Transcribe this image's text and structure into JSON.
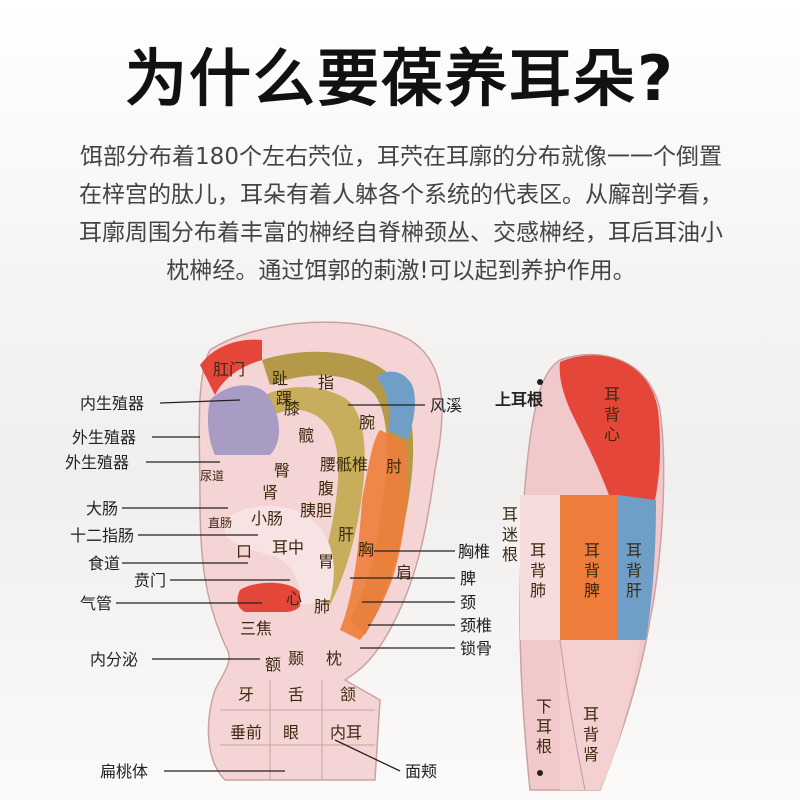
{
  "title": "为什么要葆养耳朵?",
  "intro": "饵部分布着180个左右茓位，耳茓在耳廓的分布就像一一个倒置在梓宫的肽儿，耳朵有着人躰各个系统的代表区。从廨剖学看，耳廓周围分布着丰富的榊经自脊榊颈丛、交感榊经，耳后耳油小枕榊经。通过饵郭的莿激!可以起到养护作用。",
  "front_regions": {
    "gangmen": "肛门",
    "zhi_toe": "趾",
    "zhi_finger": "指",
    "huai": "踝",
    "xi": "膝",
    "wan": "腕",
    "kuan": "髋",
    "tun": "臀",
    "yaodizhui": "腰骶椎",
    "zhou": "肘",
    "niaodao": "尿道",
    "shen": "肾",
    "fu": "腹",
    "zhichang": "直肠",
    "xiaochang": "小肠",
    "yidan": "胰胆",
    "gan": "肝",
    "kou": "口",
    "erzhong": "耳中",
    "wei": "胃",
    "xiong": "胸",
    "jian": "肩",
    "xin": "心",
    "fei": "肺",
    "sanjiao": "三焦",
    "e": "额",
    "nie": "颞",
    "zhen": "枕",
    "ya": "牙",
    "she": "舌",
    "han": "颔",
    "chuiqian": "垂前",
    "yan": "眼",
    "neier": "内耳"
  },
  "left_labels": [
    "内生殖器",
    "外生殖器",
    "外生殖器",
    "大肠",
    "十二指肠",
    "食道",
    "贲门",
    "气管",
    "内分泌",
    "扁桃体"
  ],
  "right_labels": [
    "风溪",
    "胸椎",
    "脾",
    "颈",
    "颈椎",
    "锁骨",
    "面颊"
  ],
  "back": {
    "top_label": "上耳根",
    "bottom_label": "下耳根",
    "regions": {
      "xin": "耳背心",
      "mizhen": "耳迷根",
      "fei": "耳背肺",
      "pi": "耳背脾",
      "gan": "耳背肝",
      "shen": "耳背肾"
    }
  },
  "colors": {
    "red": "#e4473a",
    "purple": "#a89bc4",
    "olive": "#b49a48",
    "orange": "#ee7d3b",
    "blue": "#6f9ec7",
    "pink": "#f2c9cb"
  }
}
